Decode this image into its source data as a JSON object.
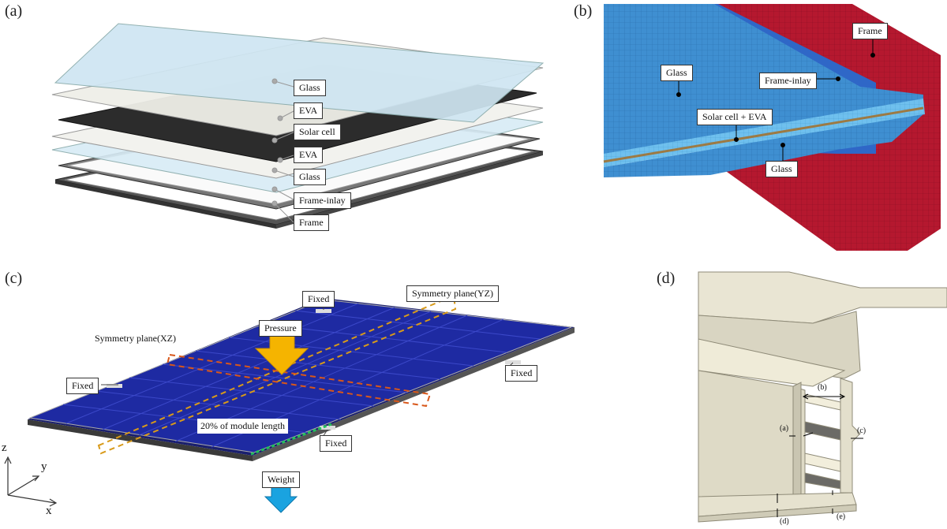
{
  "panels": {
    "a": "(a)",
    "b": "(b)",
    "c": "(c)",
    "d": "(d)"
  },
  "a_labels": [
    "Glass",
    "EVA",
    "Solar cell",
    "EVA",
    "Glass",
    "Frame-inlay",
    "Frame"
  ],
  "b_labels": {
    "frame": "Frame",
    "glass_left": "Glass",
    "frame_inlay": "Frame-inlay",
    "solar_eva": "Solar cell + EVA",
    "glass_bottom": "Glass"
  },
  "c_labels": {
    "sym_yz": "Symmetry plane(YZ)",
    "sym_xz": "Symmetry plane(XZ)",
    "pressure": "Pressure",
    "fixed": "Fixed",
    "twenty": "20% of module length",
    "weight": "Weight",
    "z": "z",
    "y": "y",
    "x": "x"
  },
  "d_labels": {
    "a": "(a)",
    "b": "(b)",
    "c": "(c)",
    "d": "(d)",
    "e": "(e)"
  },
  "colors": {
    "glass": "#cfe6f2",
    "eva": "#efefe8",
    "cell": "#2b2b2b",
    "frame_red": "#b51a33",
    "mesh_blue": "#3a8ed0",
    "panel_blue": "#1c2a9a",
    "pressure": "#f5b400",
    "weight": "#1aa3e0",
    "profile": "#ece8d6"
  }
}
